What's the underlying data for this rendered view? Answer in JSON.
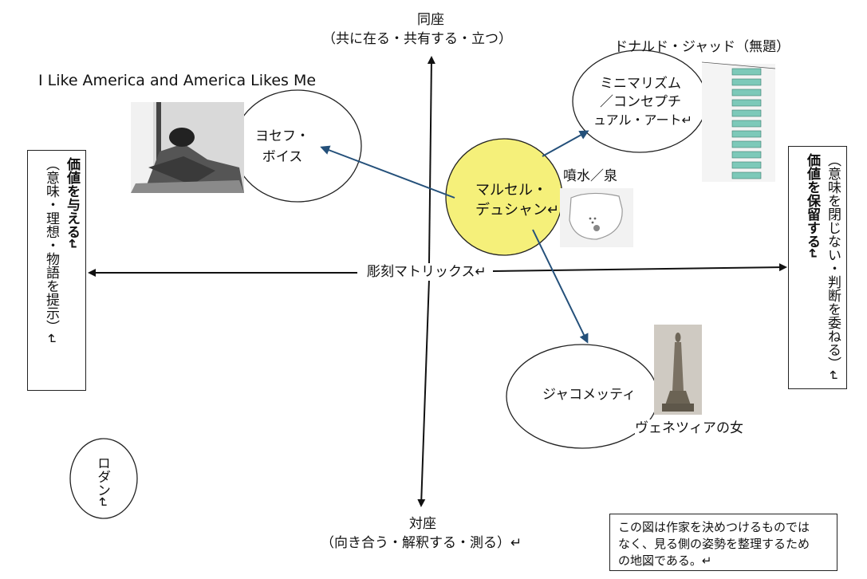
{
  "top_axis": {
    "title": "同座",
    "sub": "（共に在る・共有する・立つ）"
  },
  "bottom_axis": {
    "title": "対座",
    "sub": "（向き合う・解釈する・測る）↵"
  },
  "center_axis": {
    "label": "彫刻マトリックス↵"
  },
  "left_box": {
    "line1": "（意味・理想・物語を提示）↵",
    "line2": "価値を与える↵"
  },
  "right_box": {
    "line1": "（意味を閉じない・判断を委ねる）↵",
    "line2": "価値を保留する↵"
  },
  "duchamp": {
    "name_line1": "マルセル・",
    "name_line2": "デュシャン↵",
    "work": "噴水／泉",
    "color": "#f5f07a"
  },
  "beuys": {
    "work_title": "I Like America and America Likes Me",
    "name_line1": "ヨセフ・",
    "name_line2": "ボイス"
  },
  "judd": {
    "work_title": "ドナルド・ジャッド（無題）",
    "line1": "ミニマリズム",
    "line2": "／コンセプチ",
    "line3": "ュアル・アート↵"
  },
  "giacometti": {
    "name": "ジャコメッティ",
    "work": "ヴェネツィアの女"
  },
  "rodin": {
    "name": "ロダン↵"
  },
  "note": {
    "line1": "この図は作家を決めつけるものでは",
    "line2": "なく、見る側の姿勢を整理するため",
    "line3": "の地図である。↵"
  },
  "colors": {
    "arrow": "#24507a",
    "axis": "#111111"
  }
}
